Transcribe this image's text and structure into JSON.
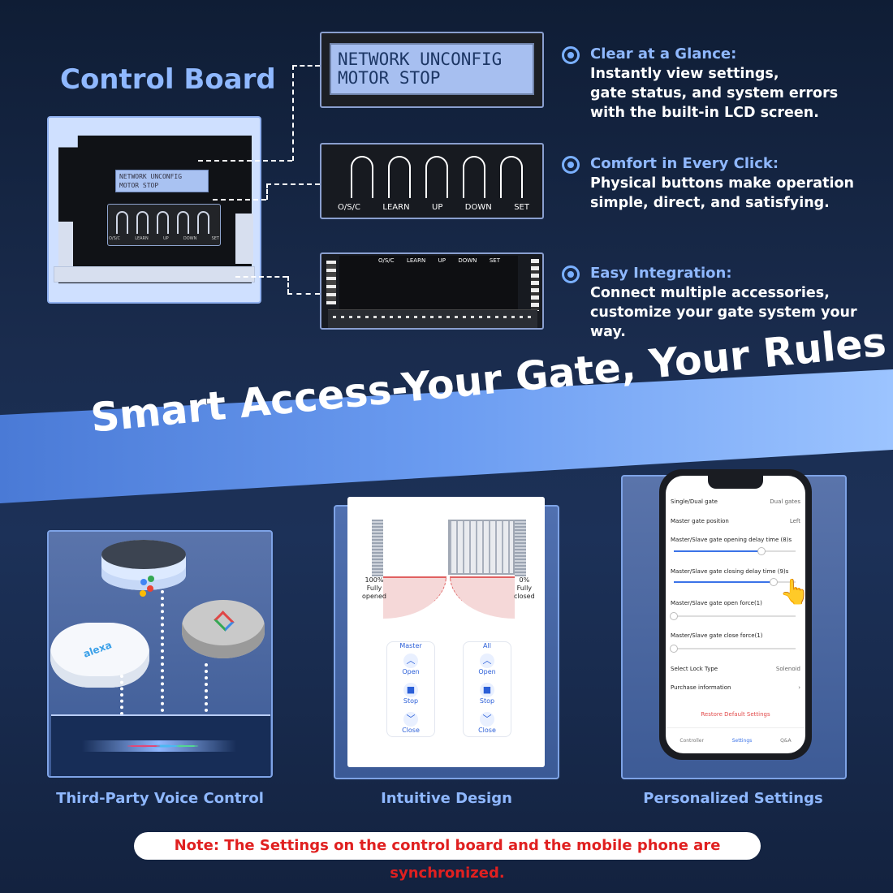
{
  "control_board": {
    "title": "Control Board",
    "mini_lcd_line1": "NETWORK UNCONFIG",
    "mini_lcd_line2": "MOTOR STOP",
    "mini_buttons": [
      "O/S/C",
      "LEARN",
      "UP",
      "DOWN",
      "SET"
    ]
  },
  "lcd": {
    "line1": "NETWORK UNCONFIG",
    "line2": "MOTOR STOP"
  },
  "buttons": [
    "O/S/C",
    "LEARN",
    "UP",
    "DOWN",
    "SET"
  ],
  "terminal_labels": [
    "O/S/C",
    "LEARN",
    "UP",
    "DOWN",
    "SET"
  ],
  "features": [
    {
      "heading": "Clear at a Glance:",
      "lines": [
        "Instantly view settings,",
        "gate status, and system errors",
        "with the built-in LCD screen."
      ]
    },
    {
      "heading": "Comfort in Every Click:",
      "lines": [
        "Physical buttons make operation",
        "simple, direct, and satisfying."
      ]
    },
    {
      "heading": "Easy Integration:",
      "lines": [
        "Connect multiple accessories,",
        "customize your gate system your way."
      ]
    }
  ],
  "banner": "Smart Access-Your Gate, Your Rules",
  "voice": {
    "alexa_logo": "alexa",
    "caption": "Third-Party Voice Control"
  },
  "gate": {
    "left_label_pct": "100%",
    "left_label_1": "Fully",
    "left_label_2": "opened",
    "right_label_pct": "0%",
    "right_label_1": "Fully",
    "right_label_2": "closed",
    "master": {
      "title": "Master",
      "open": "Open",
      "stop": "Stop",
      "close": "Close"
    },
    "all": {
      "title": "All",
      "open": "Open",
      "stop": "Stop",
      "close": "Close"
    },
    "caption": "Intuitive Design"
  },
  "phone": {
    "rows": [
      {
        "label": "Single/Dual gate",
        "value": "Dual gates"
      },
      {
        "label": "Master gate position",
        "value": "Left"
      }
    ],
    "sliders": [
      {
        "label": "Master/Slave gate opening delay time (8)s",
        "fraction": 0.72
      },
      {
        "label": "Master/Slave gate closing delay time (9)s",
        "fraction": 0.82
      },
      {
        "label": "Master/Slave gate open force(1)",
        "fraction": 0.0
      },
      {
        "label": "Master/Slave gate close force(1)",
        "fraction": 0.0
      }
    ],
    "lock_type": {
      "label": "Select Lock Type",
      "value": "Solenoid"
    },
    "purchase": "Purchase information",
    "restore": "Restore Default Settings",
    "tabs": [
      "Controller",
      "Settings",
      "Q&A"
    ],
    "caption": "Personalized Settings"
  },
  "note": "Note: The Settings on the control board and the mobile phone are synchronized.",
  "colors": {
    "accent": "#8fb8ff",
    "note_red": "#e02020",
    "lcd": "#a7bff0"
  }
}
